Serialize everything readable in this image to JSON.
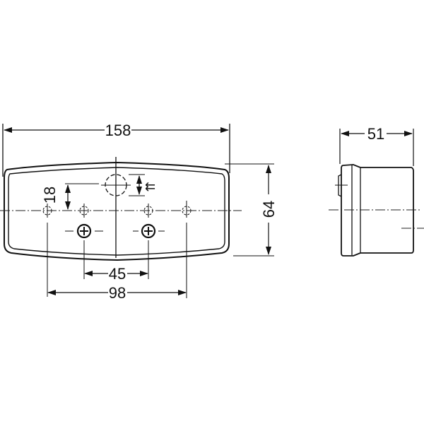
{
  "drawing": {
    "front_view": {
      "width_label": "158",
      "height_label": "64",
      "hole_spacing_outer_label": "98",
      "hole_spacing_inner_label": "45",
      "offset_label": "18",
      "flow_symbol": "⇇"
    },
    "side_view": {
      "depth_label": "51"
    }
  }
}
